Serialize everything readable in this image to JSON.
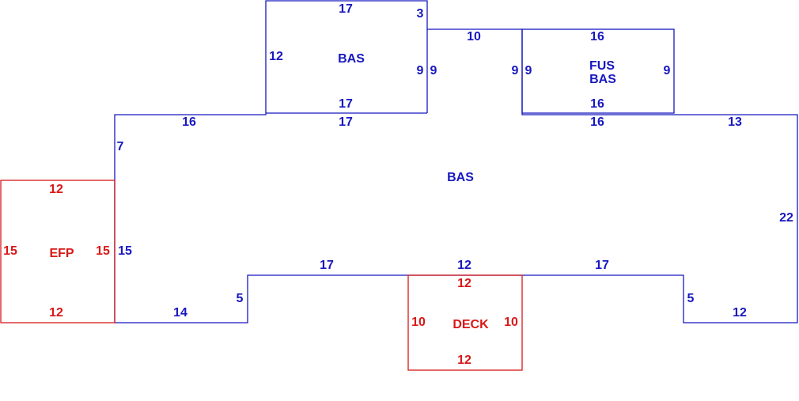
{
  "colors": {
    "main": "#1818c0",
    "addition": "#d81818"
  },
  "main_structure": {
    "area_label": "BAS",
    "dims": {
      "top_left": "16",
      "top_mid": "17",
      "top_right_a": "16",
      "top_right_b": "13",
      "left_upper": "7",
      "left_lower": "15",
      "bottom_left": "14",
      "step_left": "5",
      "inner_left": "17",
      "inner_mid": "12",
      "inner_right": "17",
      "step_right": "5",
      "bottom_right": "12",
      "right": "22"
    }
  },
  "upper_bas": {
    "area_label": "BAS",
    "dims": {
      "top": "17",
      "corner": "3",
      "left": "12",
      "right": "9",
      "bottom": "17"
    }
  },
  "connector": {
    "top": "10",
    "left": "9",
    "right": "9"
  },
  "fus_bas": {
    "area_label_1": "FUS",
    "area_label_2": "BAS",
    "dims": {
      "top": "16",
      "left": "9",
      "right": "9",
      "bottom": "16"
    }
  },
  "efp": {
    "area_label": "EFP",
    "dims": {
      "top": "12",
      "left": "15",
      "right": "15",
      "bottom": "12"
    }
  },
  "deck": {
    "area_label": "DECK",
    "dims": {
      "top": "12",
      "left": "10",
      "right": "10",
      "bottom": "12"
    }
  }
}
